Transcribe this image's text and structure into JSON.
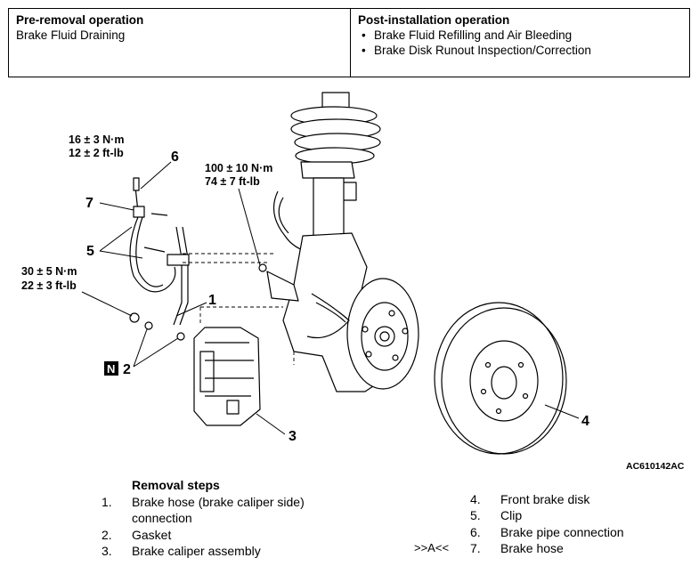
{
  "operations": {
    "pre": {
      "heading": "Pre-removal operation",
      "items": [
        "Brake Fluid Draining"
      ]
    },
    "post": {
      "heading": "Post-installation operation",
      "items": [
        "Brake Fluid Refilling and Air Bleeding",
        "Brake Disk Runout Inspection/Correction"
      ]
    }
  },
  "diagram": {
    "torque_top": [
      "16 ± 3 N·m",
      "12 ± 2 ft-lb"
    ],
    "torque_mid": [
      "100 ± 10 N·m",
      "74 ± 7 ft-lb"
    ],
    "torque_left": [
      "30 ± 5 N·m",
      "22 ± 3 ft-lb"
    ],
    "callouts": {
      "n1": "1",
      "n2": "2",
      "n3": "3",
      "n4": "4",
      "n5": "5",
      "n6": "6",
      "n7": "7",
      "n_badge": "N"
    },
    "figure_code": "AC610142AC"
  },
  "removal": {
    "title": "Removal steps",
    "steps": [
      {
        "num": "1.",
        "text": "Brake hose (brake caliper side)",
        "text2": "connection"
      },
      {
        "num": "2.",
        "text": "Gasket"
      },
      {
        "num": "3.",
        "text": "Brake caliper assembly"
      },
      {
        "num": "4.",
        "text": "Front brake disk"
      },
      {
        "num": "5.",
        "text": "Clip"
      },
      {
        "num": "6.",
        "text": "Brake pipe connection"
      },
      {
        "num": "7.",
        "text": "Brake hose",
        "ref": ">>A<<"
      }
    ]
  }
}
